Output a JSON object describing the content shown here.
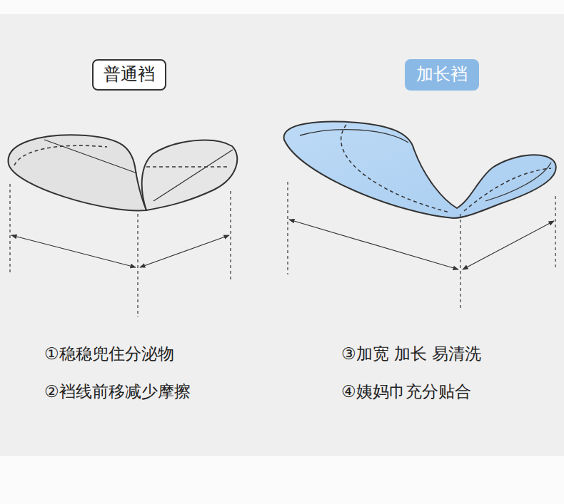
{
  "diagram": {
    "nodes": [
      {
        "text": [
          "普通裆"
        ]
      },
      {
        "text": [
          "加长裆"
        ]
      }
    ],
    "labels": [
      "①稳稳兜住分泌物",
      "②裆线前移减少摩擦",
      "③加宽 加长 易清洗",
      "④姨妈巾充分贴合"
    ]
  }
}
